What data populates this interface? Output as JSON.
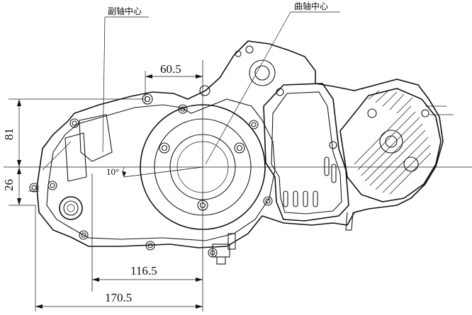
{
  "labels": {
    "countershaft_center": "副轴中心",
    "crankshaft_center": "曲轴中心"
  },
  "dimensions": {
    "d_60_5": "60.5",
    "d_81": "81",
    "d_26": "26",
    "d_116_5": "116.5",
    "d_170_5": "170.5",
    "angle_10": "10°"
  }
}
